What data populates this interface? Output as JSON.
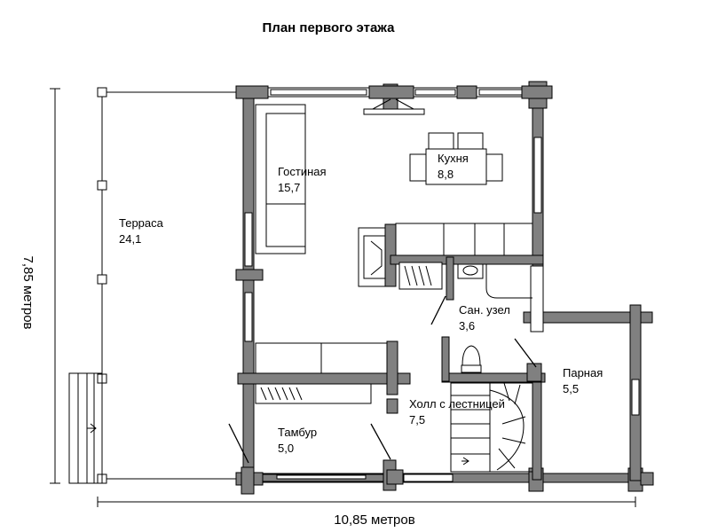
{
  "title": "План первого этажа",
  "dimensions": {
    "width_label": "10,85 метров",
    "height_label": "7,85 метров"
  },
  "rooms": [
    {
      "id": "terrace",
      "name": "Терраса",
      "area": "24,1"
    },
    {
      "id": "living",
      "name": "Гостиная",
      "area": "15,7"
    },
    {
      "id": "kitchen",
      "name": "Кухня",
      "area": "8,8"
    },
    {
      "id": "bathroom",
      "name": "Сан. узел",
      "area": "3,6"
    },
    {
      "id": "sauna",
      "name": "Парная",
      "area": "5,5"
    },
    {
      "id": "hall",
      "name": "Холл с лестницей",
      "area": "7,5"
    },
    {
      "id": "vestibule",
      "name": "Тамбур",
      "area": "5,0"
    }
  ],
  "colors": {
    "wall_fill": "#808080",
    "line": "#000000",
    "background": "#ffffff"
  }
}
